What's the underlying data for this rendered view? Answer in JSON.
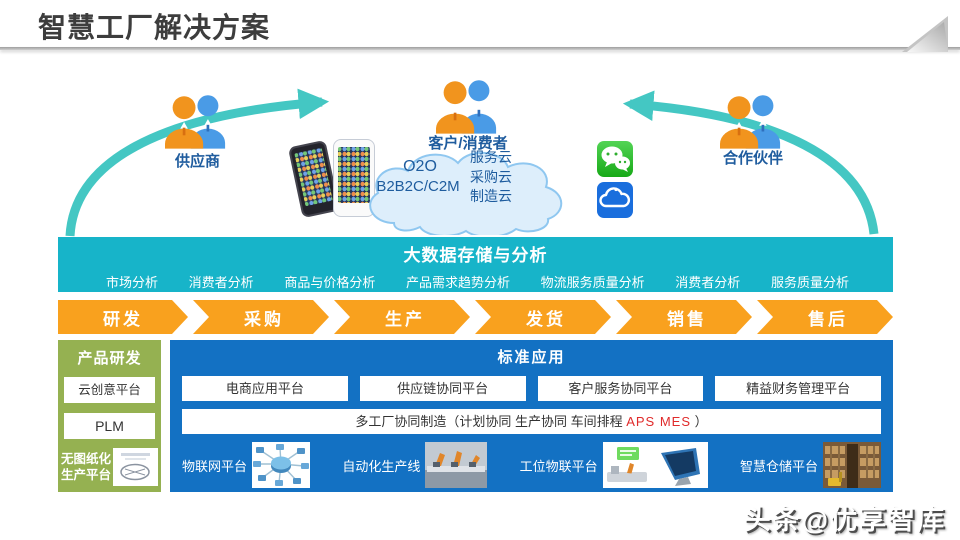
{
  "header": {
    "title": "智慧工厂解决方案"
  },
  "ecosystem": {
    "supplier_label": "供应商",
    "customer_label": "客户/消费者",
    "partner_label": "合作伙伴",
    "cloud": {
      "line1": "O2O",
      "line2": "B2B2C/C2M",
      "services": [
        "服务云",
        "采购云",
        "制造云"
      ]
    },
    "icons": {
      "people_group": "two-person silhouettes (orange + blue)",
      "smartphones": "two smartphones",
      "wechat": "wechat chat bubbles",
      "cloud_app": "cloud service app",
      "flow_arrows": "teal curved arrows"
    }
  },
  "bigdata": {
    "title": "大数据存储与分析",
    "items": [
      "市场分析",
      "消费者分析",
      "商品与价格分析",
      "产品需求趋势分析",
      "物流服务质量分析",
      "消费者分析",
      "服务质量分析"
    ]
  },
  "process": {
    "stages": [
      "研发",
      "采购",
      "生产",
      "发货",
      "销售",
      "售后"
    ]
  },
  "product_rd": {
    "title": "产品研发",
    "buttons": [
      "云创意平台",
      "PLM"
    ],
    "bottom_label": "无图纸化生产平台"
  },
  "standard_apps": {
    "title": "标准应用",
    "buttons": [
      "电商应用平台",
      "供应链协同平台",
      "客户服务协同平台",
      "精益财务管理平台"
    ],
    "collab_prefix": "多工厂协同制造（计划协同  生产协同  车间排程  ",
    "collab_highlight": "APS  MES",
    "collab_suffix": "  ）",
    "platforms": [
      "物联网平台",
      "自动化生产线",
      "工位物联平台",
      "智慧仓储平台"
    ]
  },
  "watermark": {
    "text": "头条@优享智库"
  },
  "colors": {
    "teal_band": "#17b4c9",
    "arrow_teal": "#44c7c3",
    "orange": "#f9a11e",
    "blue_panel": "#1371c3",
    "green_panel": "#95b151",
    "label_blue": "#1f5c9e",
    "highlight_red": "#e02b2b",
    "wechat_green": "#2fbf2f",
    "cloud_icon_blue": "#1a6edd"
  }
}
